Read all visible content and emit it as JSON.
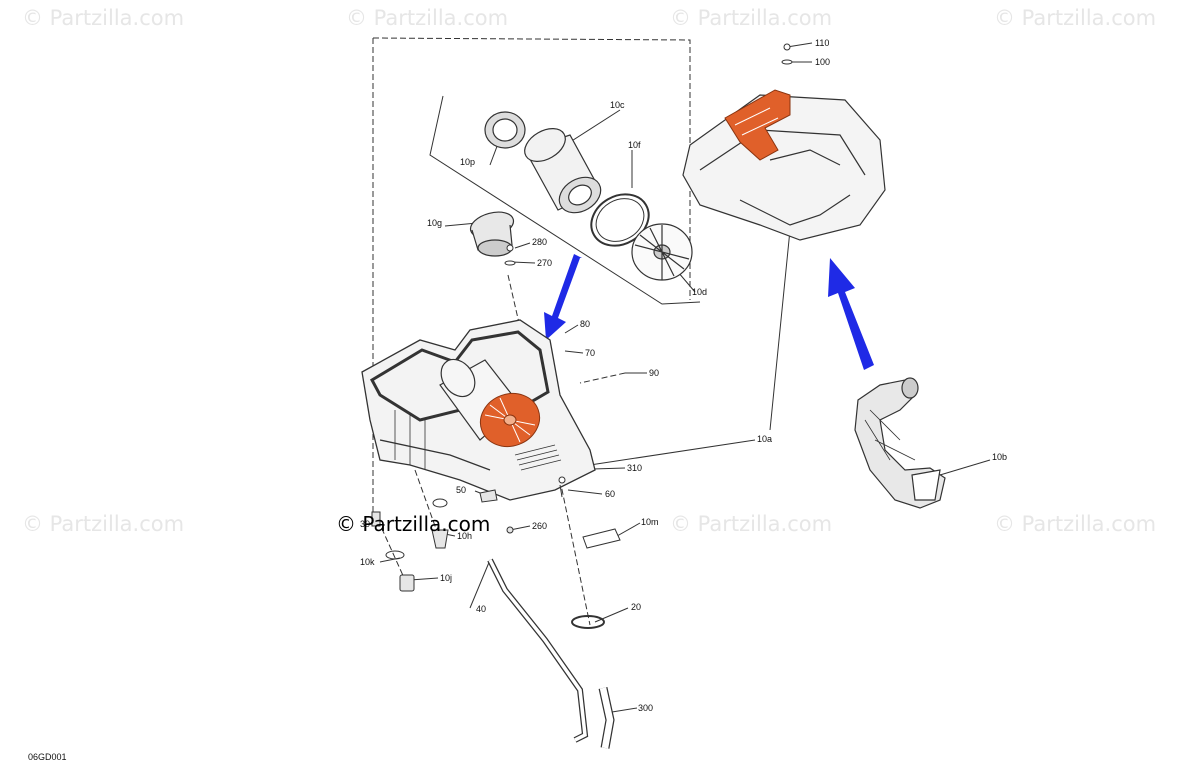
{
  "watermark": "© Partzilla.com",
  "brand_overlay": "© Partzilla.com",
  "diagram_code": "06GD001",
  "labels": {
    "l110": "110",
    "l100": "100",
    "l10c": "10c",
    "l10f": "10f",
    "l10p": "10p",
    "l10g": "10g",
    "l280": "280",
    "l270": "270",
    "l10d": "10d",
    "l80": "80",
    "l70": "70",
    "l90": "90",
    "l10a": "10a",
    "l10b": "10b",
    "l310": "310",
    "l50": "50",
    "l60": "60",
    "l30": "30",
    "l10h": "10h",
    "l260": "260",
    "l10m": "10m",
    "l10k": "10k",
    "l10j": "10j",
    "l40": "40",
    "l20": "20",
    "l300": "300"
  },
  "colors": {
    "highlight": "#e0602a",
    "arrow": "#1f2ae6",
    "line": "#333333"
  }
}
